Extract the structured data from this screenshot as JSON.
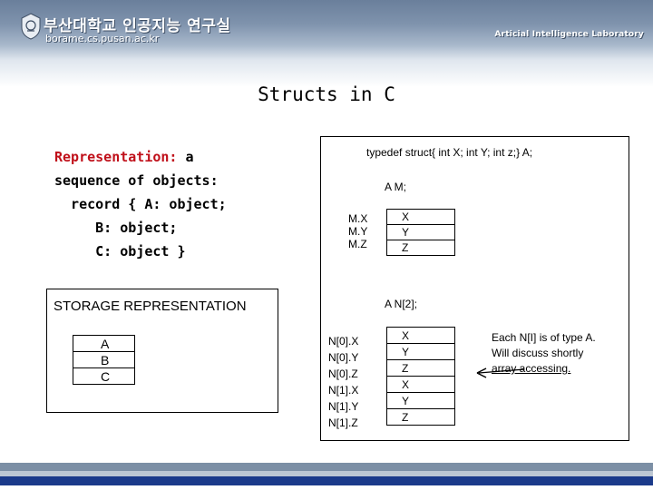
{
  "header": {
    "university_title": "부산대학교 인공지능 연구실",
    "url": "borame.cs.pusan.ac.kr",
    "lab_name": "Articial Intelligence Laboratory",
    "logo_icon": "university-seal-icon"
  },
  "slide": {
    "title": "Structs in C"
  },
  "representation": {
    "line1_red": "Representation:",
    "line1_rest": " a",
    "line2": "sequence of objects:",
    "line3": "  record { A: object;",
    "line4": "     B: object;",
    "line5": "     C: object }"
  },
  "storage": {
    "title": "STORAGE REPRESENTATION",
    "cells": [
      "A",
      "B",
      "C"
    ]
  },
  "diagram": {
    "typedef": "typedef struct{ int X; int Y; int z;} A;",
    "decl_m": "A M;",
    "m_names": [
      "M.X",
      "M.Y",
      "M.Z"
    ],
    "m_cells": [
      "X",
      "Y",
      "Z"
    ],
    "decl_n": "A N[2];",
    "n_names": [
      "N[0].X",
      "N[0].Y",
      "N[0].Z",
      "N[1].X",
      "N[1].Y",
      "N[1].Z"
    ],
    "n_cells": [
      "X",
      "Y",
      "Z",
      "X",
      "Y",
      "Z"
    ],
    "note_line1": "Each N[I] is of type A.",
    "note_line2": "Will discuss shortly",
    "note_line3": "array accessing."
  },
  "colors": {
    "accent_red": "#c0101a",
    "footer_blue": "#1b3a8a"
  }
}
